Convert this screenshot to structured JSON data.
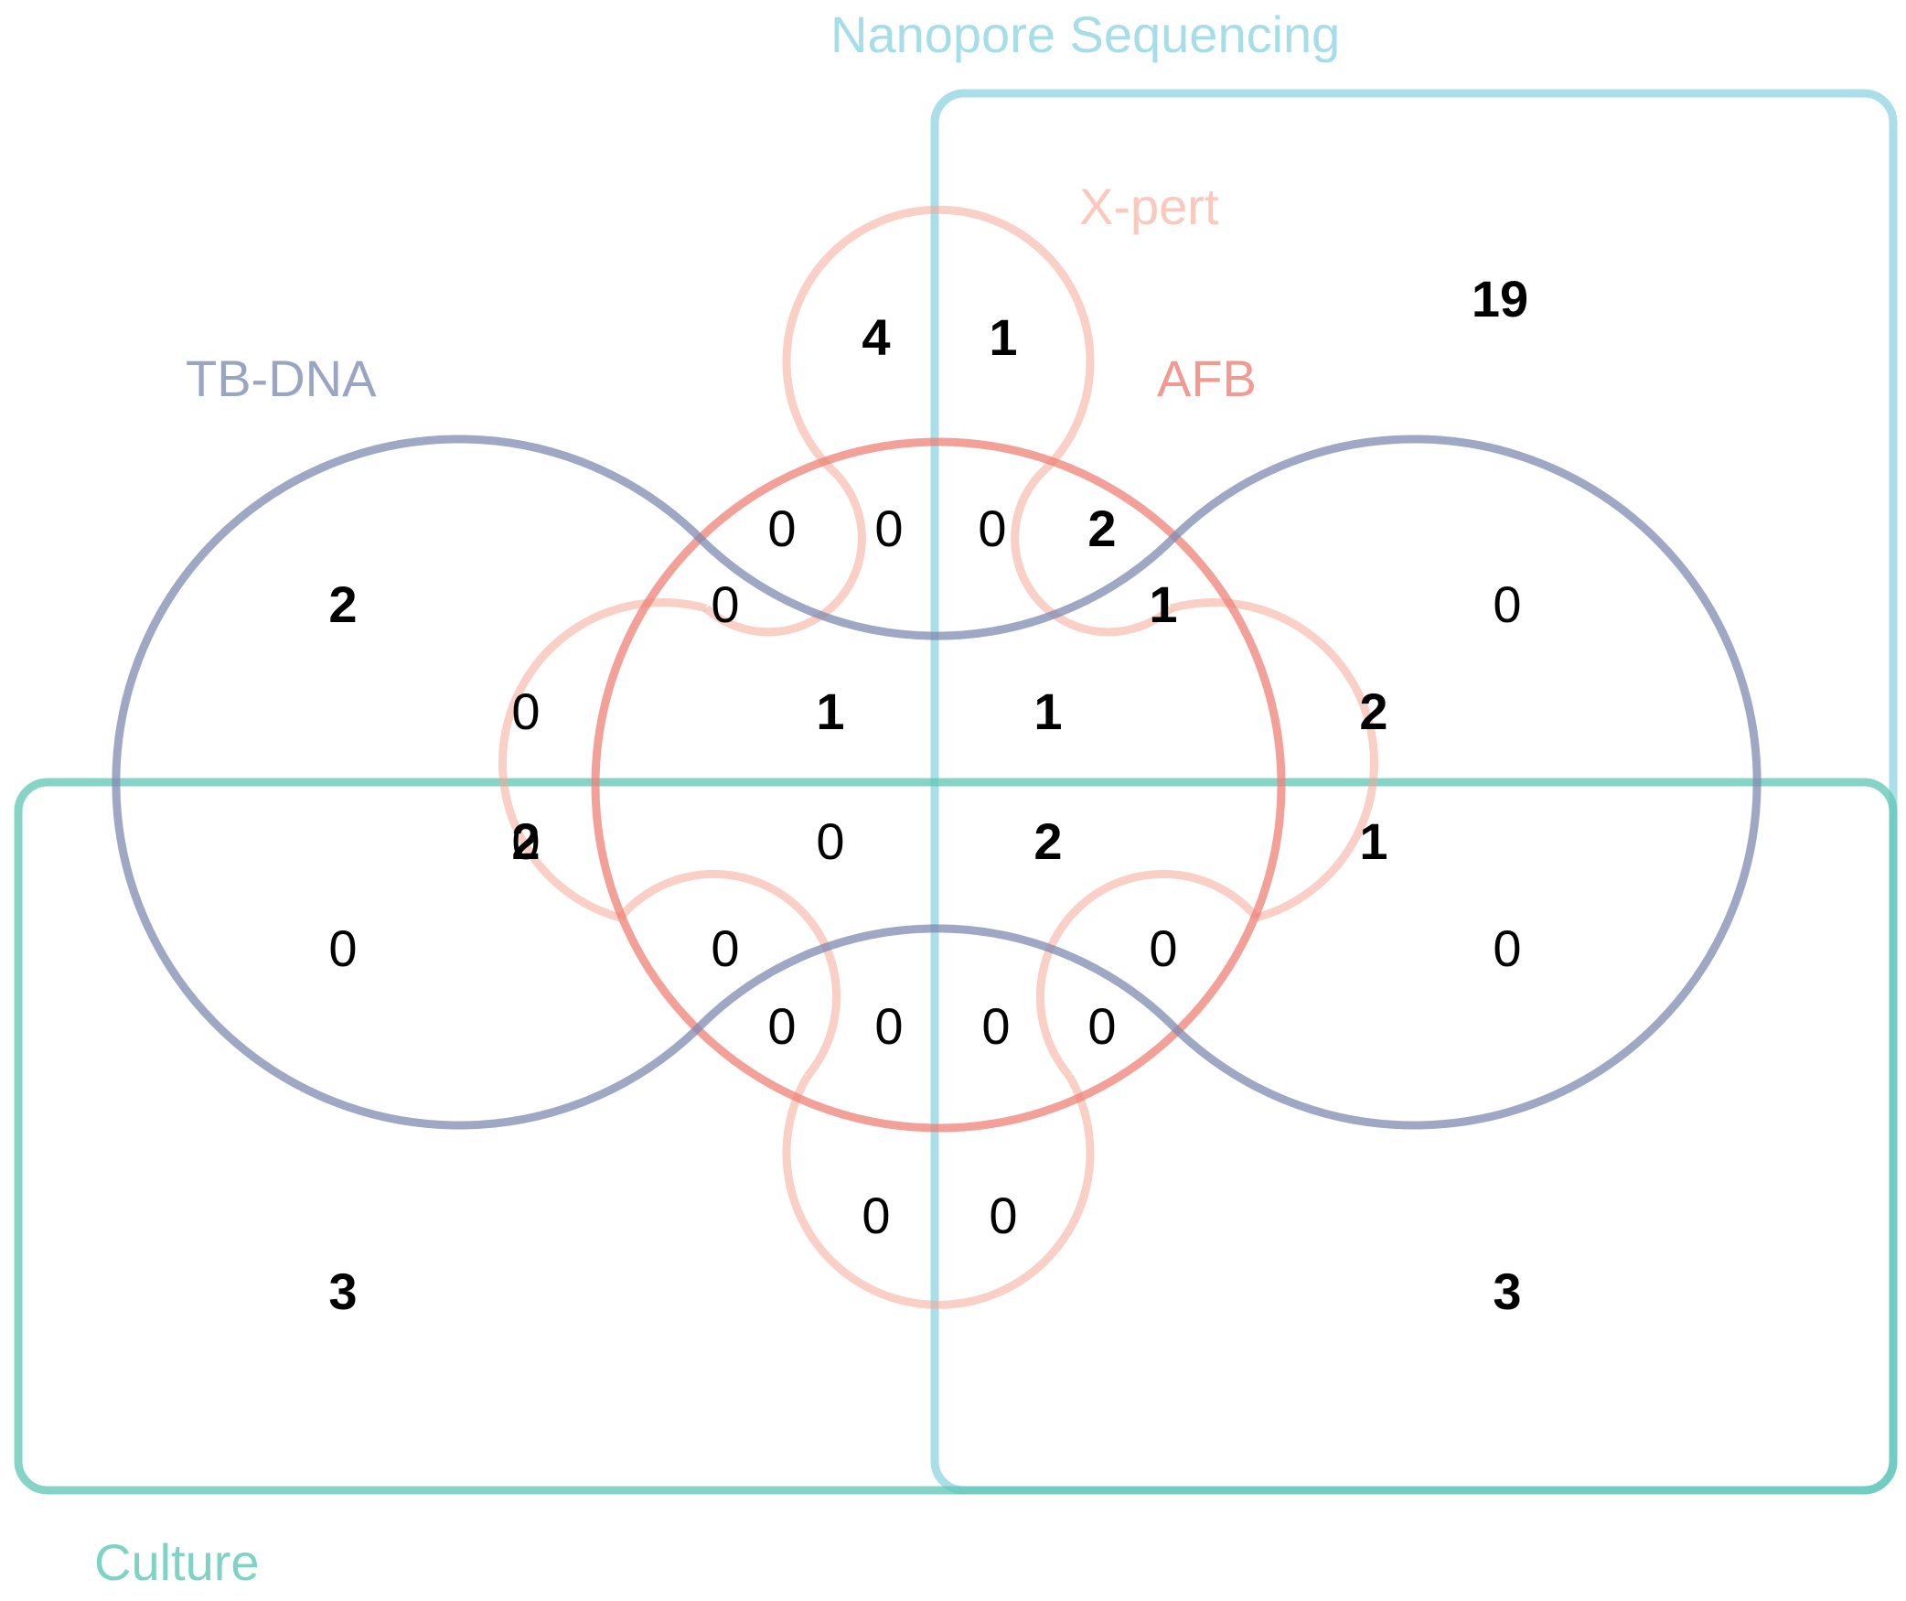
{
  "sets": {
    "nanopore": {
      "label": "Nanopore Sequencing",
      "color": "#A5DDE9"
    },
    "culture": {
      "label": "Culture",
      "color": "#80D3C4"
    },
    "tbdna": {
      "label": "TB-DNA",
      "color": "#9AA5C2"
    },
    "afb": {
      "label": "AFB",
      "color": "#F19A92"
    },
    "xpert": {
      "label": "X-pert",
      "color": "#FAC8BC"
    }
  },
  "regions": [
    {
      "id": "r01",
      "value": "19",
      "bold": true
    },
    {
      "id": "r02",
      "value": "4",
      "bold": true
    },
    {
      "id": "r03",
      "value": "1",
      "bold": true
    },
    {
      "id": "r04",
      "value": "2",
      "bold": true
    },
    {
      "id": "r05",
      "value": "0",
      "bold": false
    },
    {
      "id": "r06",
      "value": "0",
      "bold": false
    },
    {
      "id": "r07",
      "value": "0",
      "bold": false
    },
    {
      "id": "r08",
      "value": "0",
      "bold": false
    },
    {
      "id": "r09",
      "value": "2",
      "bold": true
    },
    {
      "id": "r10",
      "value": "0",
      "bold": false
    },
    {
      "id": "r11",
      "value": "1",
      "bold": true
    },
    {
      "id": "r12",
      "value": "0",
      "bold": false
    },
    {
      "id": "r13",
      "value": "0",
      "bold": false
    },
    {
      "id": "r14",
      "value": "1",
      "bold": true
    },
    {
      "id": "r15",
      "value": "1",
      "bold": true
    },
    {
      "id": "r16",
      "value": "2",
      "bold": true
    },
    {
      "id": "r17",
      "value": "2",
      "bold": true
    },
    {
      "id": "r18",
      "value": "0",
      "bold": false
    },
    {
      "id": "r19",
      "value": "2",
      "bold": true
    },
    {
      "id": "r20",
      "value": "1",
      "bold": true
    },
    {
      "id": "r21",
      "value": "0",
      "bold": false
    },
    {
      "id": "r22",
      "value": "0",
      "bold": false
    },
    {
      "id": "r23",
      "value": "0",
      "bold": false
    },
    {
      "id": "r24",
      "value": "0",
      "bold": false
    },
    {
      "id": "r25",
      "value": "0",
      "bold": false
    },
    {
      "id": "r26",
      "value": "0",
      "bold": false
    },
    {
      "id": "r27",
      "value": "0",
      "bold": false
    },
    {
      "id": "r28",
      "value": "0",
      "bold": false
    },
    {
      "id": "r29",
      "value": "0",
      "bold": false
    },
    {
      "id": "r30",
      "value": "0",
      "bold": false
    },
    {
      "id": "r31",
      "value": "3",
      "bold": true
    },
    {
      "id": "r32",
      "value": "3",
      "bold": true
    }
  ]
}
